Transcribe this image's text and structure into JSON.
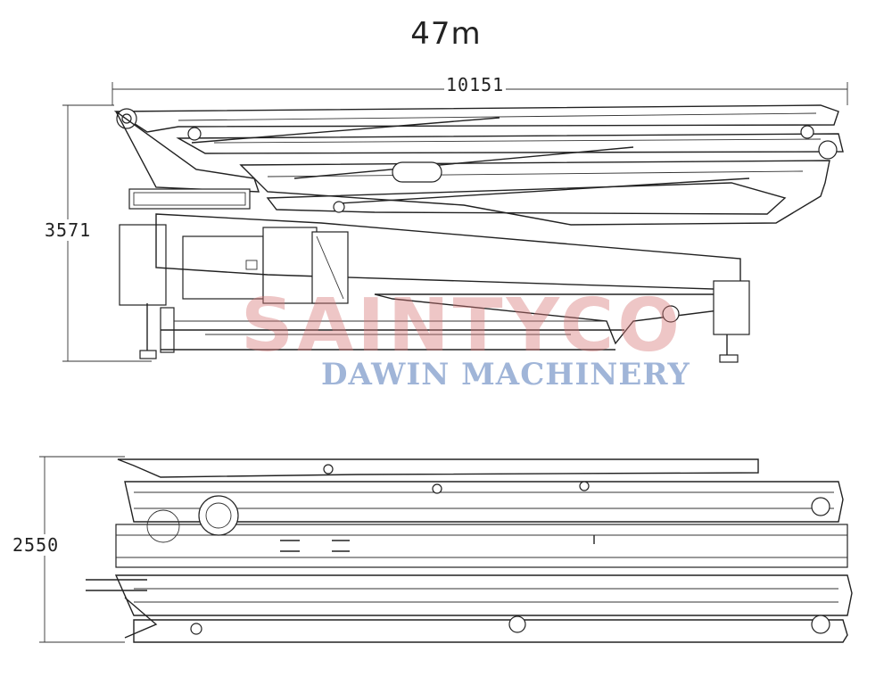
{
  "diagram": {
    "title": "47m",
    "dimensions": {
      "overall_length": "10151",
      "side_view_height": "3571",
      "top_view_width": "2550"
    },
    "watermark": {
      "brand": "SAINTYCO",
      "subtitle": "DAWIN MACHINERY",
      "brand_color": "#d67878",
      "subtitle_color": "#7896c8"
    }
  }
}
